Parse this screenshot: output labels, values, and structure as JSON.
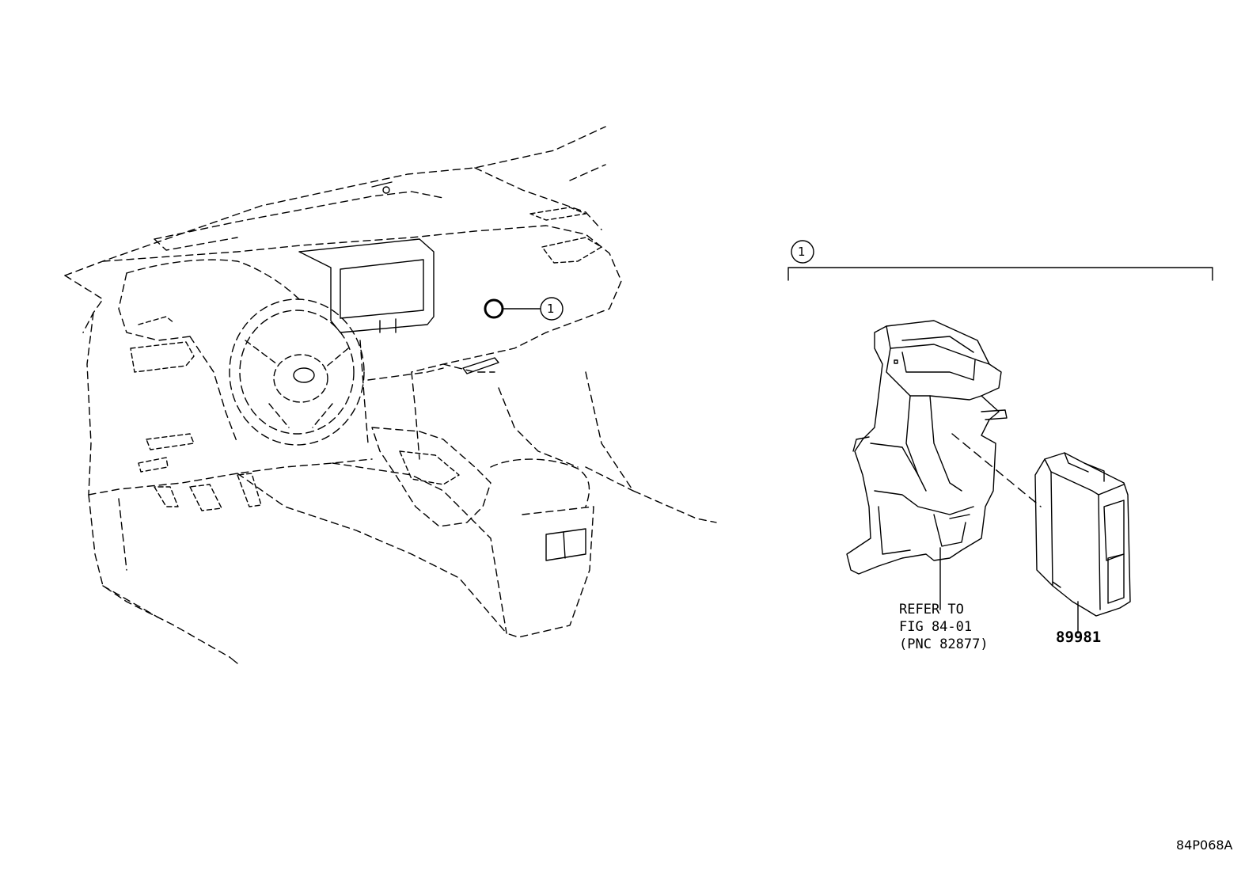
{
  "diagram": {
    "callouts": {
      "main_marker": "1",
      "group_marker": "1"
    },
    "labels": {
      "refer_line1": "REFER TO",
      "refer_line2": "FIG 84-01",
      "refer_line3": "(PNC 82877)",
      "part_number": "89981"
    },
    "illustration_code": "84P068A"
  },
  "colors": {
    "ink": "#000000",
    "paper": "#ffffff"
  }
}
